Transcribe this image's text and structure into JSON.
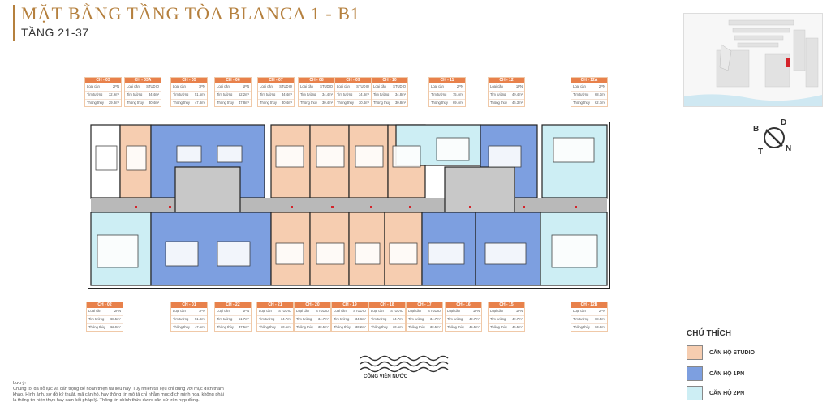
{
  "header": {
    "title": "MẶT BẰNG TẦNG TÒA BLANCA 1 - B1",
    "subtitle": "TẦNG 21-37"
  },
  "colors": {
    "accent": "#b5803e",
    "studio": "#f6cdb0",
    "one_bed": "#7d9fe0",
    "two_bed": "#cdeef4",
    "corridor": "#b9b9b9",
    "card_header": "#e8814b"
  },
  "labels": {
    "type": "Loại căn",
    "inner": "Tim tường",
    "clear": "Thông thủy"
  },
  "units_top": [
    {
      "code": "CH - 03",
      "type": "2PN",
      "inner": "32.9m²",
      "clear": "29.3m²"
    },
    {
      "code": "CH - 03A",
      "type": "STUDIO",
      "inner": "34.4m²",
      "clear": "30.4m²"
    },
    {
      "code": "CH - 05",
      "type": "1PN",
      "inner": "51.5m²",
      "clear": "47.8m²"
    },
    {
      "code": "CH - 06",
      "type": "1PN",
      "inner": "52.2m²",
      "clear": "47.8m²"
    },
    {
      "code": "CH - 07",
      "type": "STUDIO",
      "inner": "34.4m²",
      "clear": "30.4m²"
    },
    {
      "code": "CH - 08",
      "type": "STUDIO",
      "inner": "34.4m²",
      "clear": "30.4m²"
    },
    {
      "code": "CH - 09",
      "type": "STUDIO",
      "inner": "34.8m²",
      "clear": "30.4m²"
    },
    {
      "code": "CH - 10",
      "type": "STUDIO",
      "inner": "34.8m²",
      "clear": "30.8m²"
    },
    {
      "code": "CH - 11",
      "type": "2PN",
      "inner": "75.4m²",
      "clear": "69.4m²"
    },
    {
      "code": "CH - 12",
      "type": "1PN",
      "inner": "49.4m²",
      "clear": "45.3m²"
    },
    {
      "code": "CH - 12A",
      "type": "2PN",
      "inner": "68.1m²",
      "clear": "62.7m²"
    }
  ],
  "units_bottom": [
    {
      "code": "CH - 02",
      "type": "2PN",
      "inner": "68.5m²",
      "clear": "62.9m²"
    },
    {
      "code": "CH - 01",
      "type": "1PN",
      "inner": "51.8m²",
      "clear": "47.5m²"
    },
    {
      "code": "CH - 22",
      "type": "1PN",
      "inner": "51.7m²",
      "clear": "47.5m²"
    },
    {
      "code": "CH - 21",
      "type": "STUDIO",
      "inner": "34.7m²",
      "clear": "30.5m²"
    },
    {
      "code": "CH - 20",
      "type": "STUDIO",
      "inner": "34.7m²",
      "clear": "30.5m²"
    },
    {
      "code": "CH - 19",
      "type": "STUDIO",
      "inner": "34.6m²",
      "clear": "30.2m²"
    },
    {
      "code": "CH - 18",
      "type": "STUDIO",
      "inner": "34.7m²",
      "clear": "30.5m²"
    },
    {
      "code": "CH - 17",
      "type": "STUDIO",
      "inner": "34.7m²",
      "clear": "30.5m²"
    },
    {
      "code": "CH - 16",
      "type": "1PN",
      "inner": "49.7m²",
      "clear": "45.5m²"
    },
    {
      "code": "CH - 15",
      "type": "1PN",
      "inner": "49.7m²",
      "clear": "45.5m²"
    },
    {
      "code": "CH - 12B",
      "type": "2PN",
      "inner": "68.5m²",
      "clear": "63.0m²"
    }
  ],
  "compass": {
    "b": "B",
    "d": "Đ",
    "t": "T",
    "n": "N"
  },
  "legend": {
    "title": "CHÚ THÍCH",
    "studio": "CĂN HỘ STUDIO",
    "one_bed": "CĂN HỘ 1PN",
    "two_bed": "CĂN HỘ 2PN"
  },
  "park_label": "CÔNG VIÊN NƯỚC",
  "note": {
    "heading": "Lưu ý:",
    "body": "Chúng tôi đã nỗ lực và cẩn trọng để hoàn thiện tài liệu này. Tuy nhiên tài liệu chỉ dùng với mục đích tham khảo. Hình ảnh, sơ đồ kỹ thuật, mã căn hộ, hay thông tin mô tả chỉ nhằm mục đích minh họa, không phải là thông tin hiện thực hay cam kết pháp lý. Thông tin chính thức được căn cứ trên hợp đồng."
  }
}
